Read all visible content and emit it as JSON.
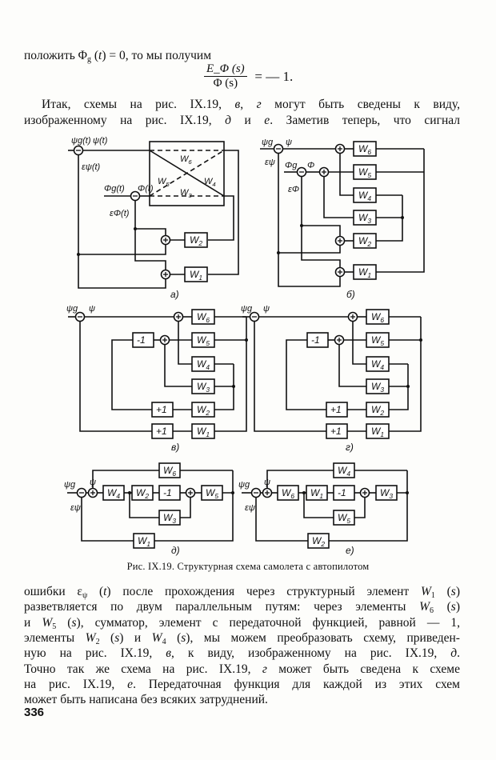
{
  "text_top": [
    {
      "parts": [
        {
          "t": "положить Φ"
        },
        {
          "t": "g",
          "sub": true
        },
        {
          "t": " ("
        },
        {
          "t": "t",
          "it": true
        },
        {
          "t": ") = 0, то мы получим"
        }
      ],
      "indent": false,
      "justify": false
    },
    {
      "parts": [
        {
          "t": "Итак, схемы на рис. IX.19, "
        },
        {
          "t": "в",
          "it": true
        },
        {
          "t": ", "
        },
        {
          "t": "г",
          "it": true
        },
        {
          "t": " могут быть сведены к виду,"
        }
      ],
      "indent": true,
      "justify": true
    },
    {
      "parts": [
        {
          "t": "изображенному на рис. IX.19, "
        },
        {
          "t": "д",
          "it": true
        },
        {
          "t": " и "
        },
        {
          "t": "е",
          "it": true
        },
        {
          "t": ". Заметив теперь, что сигнал"
        }
      ],
      "indent": false,
      "justify": true
    }
  ],
  "formula": {
    "numerator": "E_Φ (s)",
    "denominator": "Φ (s)",
    "rhs": "= — 1."
  },
  "figure": {
    "caption": "Рис. IX.19. Структурная схема самолета с автопилотом",
    "panels": [
      {
        "letter": "а)",
        "signals": [
          "ψg(t)",
          "ψ(t)",
          "εψ(t)",
          "Φg(t)",
          "Φ(t)",
          "εΦ(t)"
        ],
        "inner": [
          "W6",
          "W5",
          "W4",
          "W3"
        ],
        "blocks": [
          "W2",
          "W1"
        ]
      },
      {
        "letter": "б)",
        "signals": [
          "ψg",
          "ψ",
          "εψ",
          "Φg",
          "Φ",
          "εΦ"
        ],
        "blocks": [
          "W6",
          "W5",
          "W4",
          "W3",
          "W2",
          "W1"
        ]
      },
      {
        "letter": "в)",
        "signals": [
          "ψg",
          "ψ"
        ],
        "blocks": [
          "W6",
          "W5",
          "W4",
          "W3",
          "W2",
          "W1",
          "-1",
          "+1",
          "+1"
        ]
      },
      {
        "letter": "г)",
        "signals": [
          "ψg",
          "ψ"
        ],
        "blocks": [
          "W6",
          "W5",
          "W4",
          "W3",
          "W2",
          "W1",
          "-1",
          "+1",
          "+1"
        ]
      },
      {
        "letter": "д)",
        "signals": [
          "ψg",
          "ψ",
          "εψ"
        ],
        "blocks": [
          "W6",
          "W4",
          "W2",
          "-1",
          "W5",
          "W3",
          "W1"
        ]
      },
      {
        "letter": "е)",
        "signals": [
          "ψg",
          "ψ",
          "εψ"
        ],
        "blocks": [
          "W4",
          "W6",
          "W1",
          "-1",
          "W3",
          "W5",
          "W2"
        ]
      }
    ]
  },
  "text_bottom": [
    {
      "parts": [
        {
          "t": "ошибки ε"
        },
        {
          "t": "ψ",
          "sub": true
        },
        {
          "t": " ("
        },
        {
          "t": "t",
          "it": true
        },
        {
          "t": ") после прохождения через структурный элемент "
        },
        {
          "t": "W",
          "it": true
        },
        {
          "t": "1",
          "sub": true
        },
        {
          "t": " ("
        },
        {
          "t": "s",
          "it": true
        },
        {
          "t": ")"
        }
      ]
    },
    {
      "parts": [
        {
          "t": "разветвляется по двум параллельным путям: через элементы "
        },
        {
          "t": "W",
          "it": true
        },
        {
          "t": "6",
          "sub": true
        },
        {
          "t": " ("
        },
        {
          "t": "s",
          "it": true
        },
        {
          "t": ")"
        }
      ]
    },
    {
      "parts": [
        {
          "t": "и "
        },
        {
          "t": "W",
          "it": true
        },
        {
          "t": "5",
          "sub": true
        },
        {
          "t": " ("
        },
        {
          "t": "s",
          "it": true
        },
        {
          "t": "), сумматор, элемент с передаточной функцией, равной — 1,"
        }
      ]
    },
    {
      "parts": [
        {
          "t": "элементы "
        },
        {
          "t": "W",
          "it": true
        },
        {
          "t": "2",
          "sub": true
        },
        {
          "t": " ("
        },
        {
          "t": "s",
          "it": true
        },
        {
          "t": ") и "
        },
        {
          "t": "W",
          "it": true
        },
        {
          "t": "4",
          "sub": true
        },
        {
          "t": " ("
        },
        {
          "t": "s",
          "it": true
        },
        {
          "t": "), мы можем преобразовать схему, приведен-"
        }
      ]
    },
    {
      "parts": [
        {
          "t": "ную на рис. IX.19, "
        },
        {
          "t": "в",
          "it": true
        },
        {
          "t": ", к виду, изображенному на рис. IX.19, "
        },
        {
          "t": "д",
          "it": true
        },
        {
          "t": "."
        }
      ]
    },
    {
      "parts": [
        {
          "t": "Точно так же схема на рис. IX.19, "
        },
        {
          "t": "г",
          "it": true
        },
        {
          "t": " может быть сведена к схеме"
        }
      ]
    },
    {
      "parts": [
        {
          "t": "на рис. IX.19, "
        },
        {
          "t": "е",
          "it": true
        },
        {
          "t": ". Передаточная функция для каждой из этих схем"
        }
      ]
    },
    {
      "parts": [
        {
          "t": "может быть написана без всяких затруднений."
        }
      ],
      "last": true
    }
  ],
  "page_number": "336"
}
